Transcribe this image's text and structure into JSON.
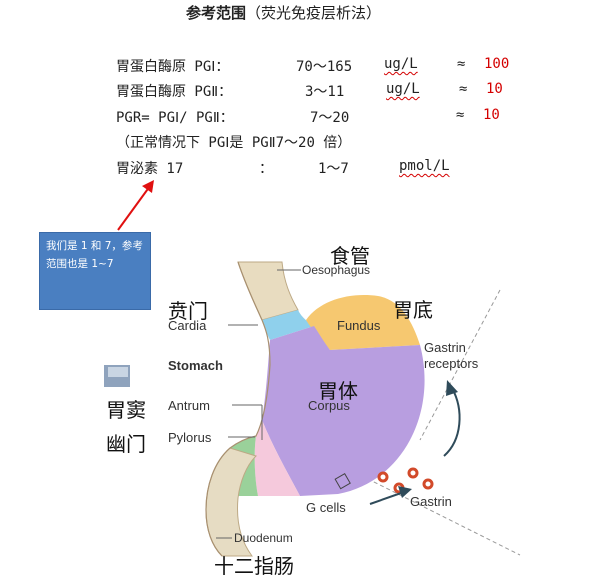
{
  "title": {
    "bold": "参考范围",
    "rest": "（荧光免疫层析法）"
  },
  "rows": [
    {
      "name": "胃蛋白酶原 PGⅠ：",
      "range": "70～165",
      "unit": "ug/L",
      "approx": "≈",
      "value": "100"
    },
    {
      "name": "胃蛋白酶原 PGⅡ：",
      "range": "3～11",
      "unit": "ug/L",
      "approx": "≈",
      "value": "10"
    },
    {
      "name": "PGR= PGⅠ/ PGⅡ：",
      "range": "7～20",
      "approx": "≈",
      "value": "10"
    },
    {
      "name": "（正常情况下 PGⅠ是 PGⅡ7～20 倍）"
    },
    {
      "name": "胃泌素 17",
      "colon": "：",
      "range": "1～7",
      "unit": "pmol/L"
    }
  ],
  "note": "我们是 1 和 7，参考范围也是 1~7",
  "diagram": {
    "labels": {
      "shiguan": "食管",
      "oesophagus": "Oesophagus",
      "benmen_cn": "贲门",
      "cardia": "Cardia",
      "weidi": "胃底",
      "fundus": "Fundus",
      "stomach": "Stomach",
      "weiti": "胃体",
      "corpus": "Corpus",
      "weidou": "胃窦",
      "antrum": "Antrum",
      "youmen": "幽门",
      "pylorus": "Pylorus",
      "gastrin_receptors": "Gastrin receptors",
      "g_cells": "G cells",
      "gastrin": "Gastrin",
      "duodenum": "Duodenum",
      "shierzhichang": "十二指肠"
    },
    "colors": {
      "corpus": "#b89ee0",
      "fundus": "#f6c870",
      "cardia": "#8fd0ec",
      "antrum": "#f5c9dc",
      "pylorus": "#9ad19a",
      "duodenum": "#e6dcc3",
      "arrow": "#e01010",
      "note_bg": "#4a7fc1"
    }
  }
}
